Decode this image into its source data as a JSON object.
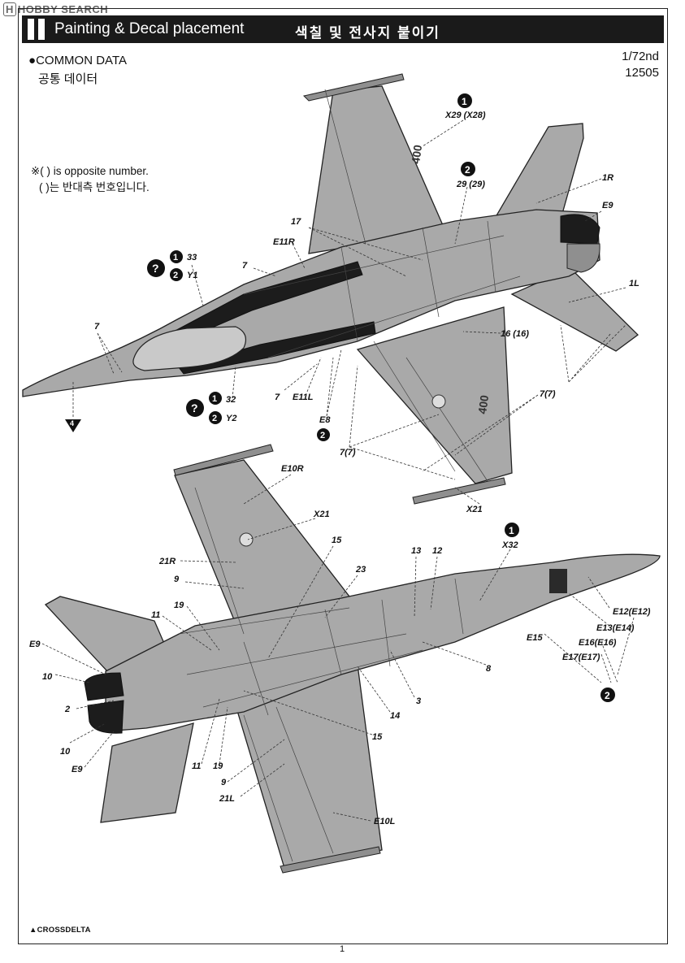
{
  "watermark": {
    "logo": "H",
    "text": "HOBBY SEARCH"
  },
  "header": {
    "section_numeral": "II",
    "title": "Painting & Decal placement",
    "title_kr": "색칠 및 전사지 붙이기"
  },
  "common_data": {
    "label": "COMMON DATA",
    "label_kr": "공통 데이터"
  },
  "scale": {
    "ratio": "1/72nd",
    "kit_number": "12505"
  },
  "note": {
    "line1": "※( ) is opposite number.",
    "line2": "( )는 반대측 번호입니다."
  },
  "top_view_labels": {
    "x29": "X29 (X28)",
    "n29": "29 (29)",
    "r1": "1R",
    "e9": "E9",
    "n17": "17",
    "e11r": "E11R",
    "n7a": "7",
    "n33": "33",
    "y1": "Y1",
    "l1": "1L",
    "n16": "16 (16)",
    "n7b": "7",
    "n7_7a": "7(7)",
    "n7c": "7",
    "e11l": "E11L",
    "e8": "E8",
    "n32": "32",
    "y2": "Y2",
    "n7_7b": "7(7)",
    "x21": "X21",
    "step4": "4"
  },
  "bottom_view_labels": {
    "e10r": "E10R",
    "x21": "X21",
    "n15a": "15",
    "r21": "21R",
    "n23": "23",
    "n13": "13",
    "n12": "12",
    "x32": "X32",
    "n9a": "9",
    "n19a": "19",
    "n11a": "11",
    "e9a": "E9",
    "e12": "E12(E12)",
    "e13": "E13(E14)",
    "e15": "E15",
    "e16": "E16(E16)",
    "e17": "E17(E17)",
    "n8": "8",
    "n10a": "10",
    "n2": "2",
    "n3": "3",
    "n14": "14",
    "n10b": "10",
    "e9b": "E9",
    "n15b": "15",
    "n11b": "11",
    "n19b": "19",
    "n9b": "9",
    "l21": "21L",
    "e10l": "E10L"
  },
  "markers": {
    "q": "?",
    "one": "1",
    "two": "2"
  },
  "tail_code": "400",
  "footer": {
    "brand": "▲CROSSDELTA",
    "page": "1"
  },
  "colors": {
    "aircraft_gray": "#a9a9a9",
    "aircraft_dark": "#7f7f7f",
    "canopy_black": "#1c1c1c",
    "header_bg": "#1a1a1a"
  }
}
